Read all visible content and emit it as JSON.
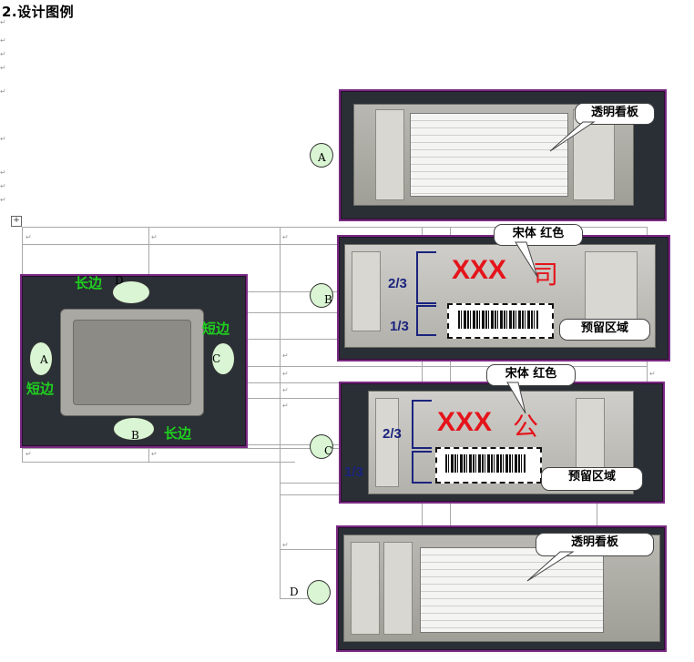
{
  "heading": "2.设计图例",
  "markers": {
    "a": "A",
    "b": "B",
    "c": "C",
    "d": "D"
  },
  "edge_labels": {
    "long_top": "长边",
    "short_right": "短边",
    "short_left": "短边",
    "long_bottom": "长边"
  },
  "callouts": {
    "transparent_board": "透明看板",
    "font_spec": "宋体  红色",
    "reserved_area": "预留区域"
  },
  "side_b": {
    "xxx": "XXX",
    "char": "司",
    "upper_ratio": "2/3",
    "lower_ratio": "1/3"
  },
  "side_c": {
    "xxx": "XXX",
    "char": "公",
    "upper_ratio": "2/3",
    "lower_ratio": "1/3"
  },
  "colors": {
    "frame": "#7a2a84",
    "marker_fill": "#d9f5d3",
    "edge_label": "#1fcf1f",
    "placeholder_text": "#e5141b",
    "ratio_text": "#1a237e"
  }
}
